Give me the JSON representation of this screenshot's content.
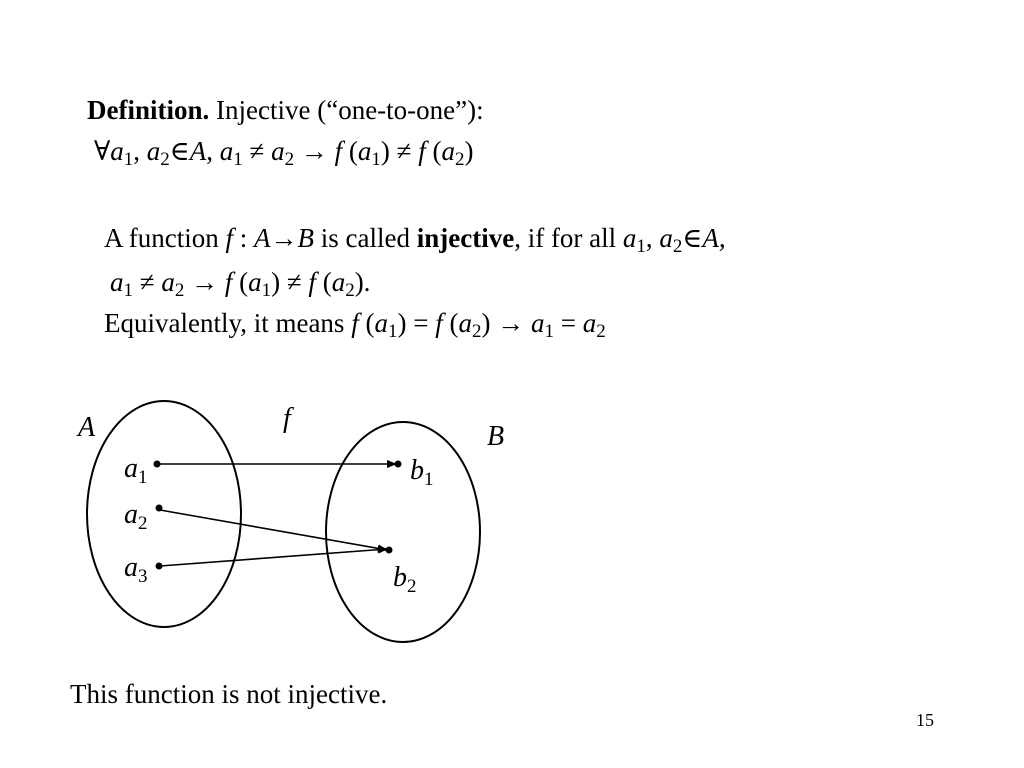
{
  "definition": {
    "heading": "Definition.",
    "title": " Injective (“one-to-one”):",
    "formula": {
      "forall": "∀",
      "a": "a",
      "s1": "1",
      "s2": "2",
      "comma": ", ",
      "in": "∈",
      "A": "A",
      "neq": " ≠ ",
      "arrow": " → ",
      "f": "f",
      "lp": " (",
      "rp": ")"
    }
  },
  "description": {
    "l1_part1": "A function ",
    "l1_f": "f",
    "l1_colon": " : ",
    "l1_A": "A",
    "l1_to": "→",
    "l1_B": "B",
    "l1_part2": " is called ",
    "l1_injective": "injective",
    "l1_part3": ", if for all ",
    "l2_end": ").",
    "l3_part1": "Equivalently, it means ",
    "eq": " = "
  },
  "diagram": {
    "set_A": "A",
    "set_B": "B",
    "function": "f",
    "a": "a",
    "b": "b",
    "sub1": "1",
    "sub2": "2",
    "sub3": "3",
    "mapping": [
      {
        "from": "a1",
        "to": "b1"
      },
      {
        "from": "a2",
        "to": "b2"
      },
      {
        "from": "a3",
        "to": "b2"
      }
    ]
  },
  "caption": "This function is not injective.",
  "slide_number": "15"
}
